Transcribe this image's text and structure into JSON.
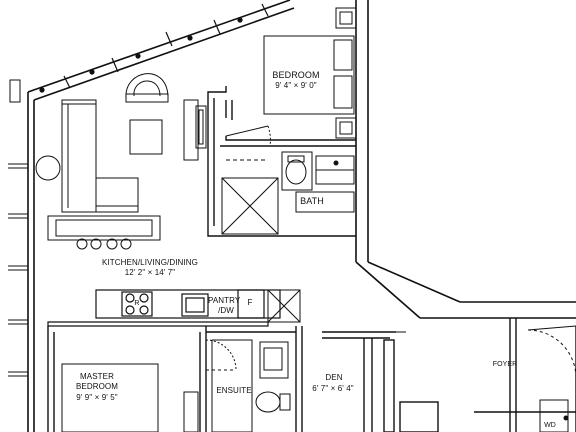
{
  "rooms": {
    "bedroom": {
      "name": "BEDROOM",
      "size": "9' 4\" × 9' 0\""
    },
    "bath": {
      "name": "BATH"
    },
    "kitchen": {
      "name": "KITCHEN/LIVING/DINING",
      "size": "12' 2\" × 14' 7\""
    },
    "pantry": {
      "name": "PANTRY",
      "sub": "/DW"
    },
    "fridge": {
      "name": "F"
    },
    "master": {
      "name": "MASTER",
      "name2": "BEDROOM",
      "size": "9' 9\" × 9' 5\""
    },
    "ensuite": {
      "name": "ENSUITE"
    },
    "den": {
      "name": "DEN",
      "size": "6' 7\" × 6' 4\""
    },
    "foyer": {
      "name": "FOYER"
    },
    "washer_dryer": {
      "name": "WD"
    },
    "range": {
      "name": "R"
    }
  }
}
